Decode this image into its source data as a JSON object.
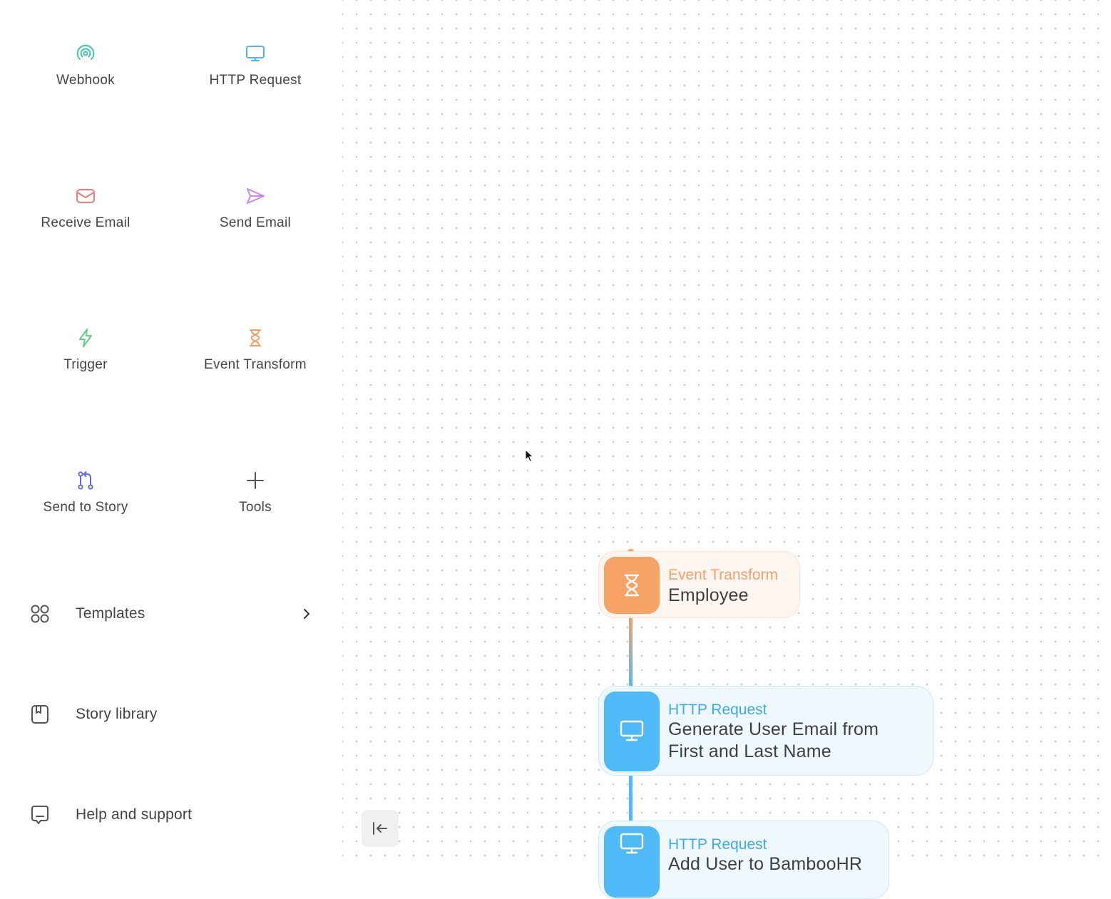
{
  "sidebar": {
    "tools": [
      {
        "label": "Webhook",
        "icon": "webhook-icon",
        "color": "#3cc6a7"
      },
      {
        "label": "HTTP Request",
        "icon": "monitor-icon",
        "color": "#4db6f5"
      },
      {
        "label": "Receive Email",
        "icon": "envelope-icon",
        "color": "#ef7b78"
      },
      {
        "label": "Send Email",
        "icon": "send-icon",
        "color": "#c886ef"
      },
      {
        "label": "Trigger",
        "icon": "lightning-icon",
        "color": "#5fcf80"
      },
      {
        "label": "Event Transform",
        "icon": "hourglass-icon",
        "color": "#f49d63"
      },
      {
        "label": "Send to Story",
        "icon": "git-pull-request-icon",
        "color": "#5e6ad8"
      },
      {
        "label": "Tools",
        "icon": "plus-icon",
        "color": "#555555"
      }
    ],
    "nav": [
      {
        "label": "Templates",
        "icon": "grid-circles-icon"
      },
      {
        "label": "Story library",
        "icon": "bookmark-book-icon"
      },
      {
        "label": "Help and support",
        "icon": "chat-bubble-icon"
      }
    ]
  },
  "canvas": {
    "nodes": [
      {
        "type": "Event Transform",
        "title_lines": [
          "Employee"
        ],
        "icon": "hourglass-icon",
        "accent": "#f7a266"
      },
      {
        "type": "HTTP Request",
        "title_lines": [
          "Generate User Email from",
          "First and Last Name"
        ],
        "icon": "monitor-icon",
        "accent": "#4fbaf7"
      },
      {
        "type": "HTTP Request",
        "title_lines": [
          "Add User to BambooHR"
        ],
        "icon": "monitor-icon",
        "accent": "#4fbaf7"
      }
    ],
    "collapse_button_icon": "collapse-left-icon"
  }
}
